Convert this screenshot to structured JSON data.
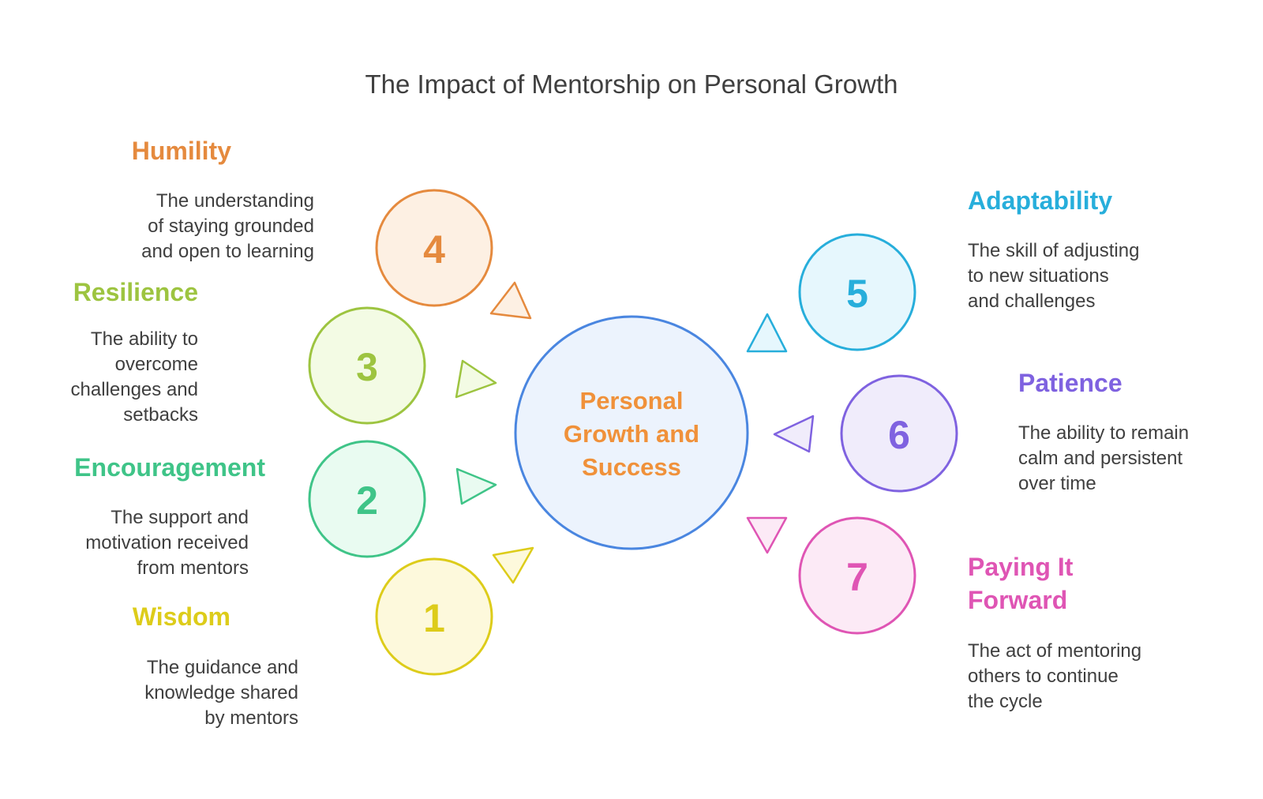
{
  "title": "The Impact of Mentorship on Personal Growth",
  "center": {
    "label_lines": [
      "Personal",
      "Growth and",
      "Success"
    ],
    "stroke": "#4a86e0",
    "fill": "#ecf3fd",
    "text_color": "#f0913a"
  },
  "nodes": [
    {
      "number": "1",
      "heading": [
        "Wisdom"
      ],
      "description": [
        "The guidance and",
        "knowledge shared",
        "by mentors"
      ],
      "color": "#ddcc1a",
      "fill": "#fdf9dc"
    },
    {
      "number": "2",
      "heading": [
        "Encouragement"
      ],
      "description": [
        "The support and",
        "motivation received",
        "from mentors"
      ],
      "color": "#3fc488",
      "fill": "#e9fbf1"
    },
    {
      "number": "3",
      "heading": [
        "Resilience"
      ],
      "description": [
        "The ability to",
        "overcome",
        "challenges and",
        "setbacks"
      ],
      "color": "#9dc440",
      "fill": "#f3fbe4"
    },
    {
      "number": "4",
      "heading": [
        "Humility"
      ],
      "description": [
        "The understanding",
        "of staying grounded",
        "and open to learning"
      ],
      "color": "#e58a3e",
      "fill": "#fdf0e3"
    },
    {
      "number": "5",
      "heading": [
        "Adaptability"
      ],
      "description": [
        "The skill of adjusting",
        "to new situations",
        "and challenges"
      ],
      "color": "#27aedb",
      "fill": "#e6f7fd"
    },
    {
      "number": "6",
      "heading": [
        "Patience"
      ],
      "description": [
        "The ability to remain",
        "calm and persistent",
        "over time"
      ],
      "color": "#7f62e0",
      "fill": "#f0ecfb"
    },
    {
      "number": "7",
      "heading": [
        "Paying It",
        "Forward"
      ],
      "description": [
        "The act of mentoring",
        "others to continue",
        "the cycle"
      ],
      "color": "#df55b4",
      "fill": "#fceaf6"
    }
  ]
}
